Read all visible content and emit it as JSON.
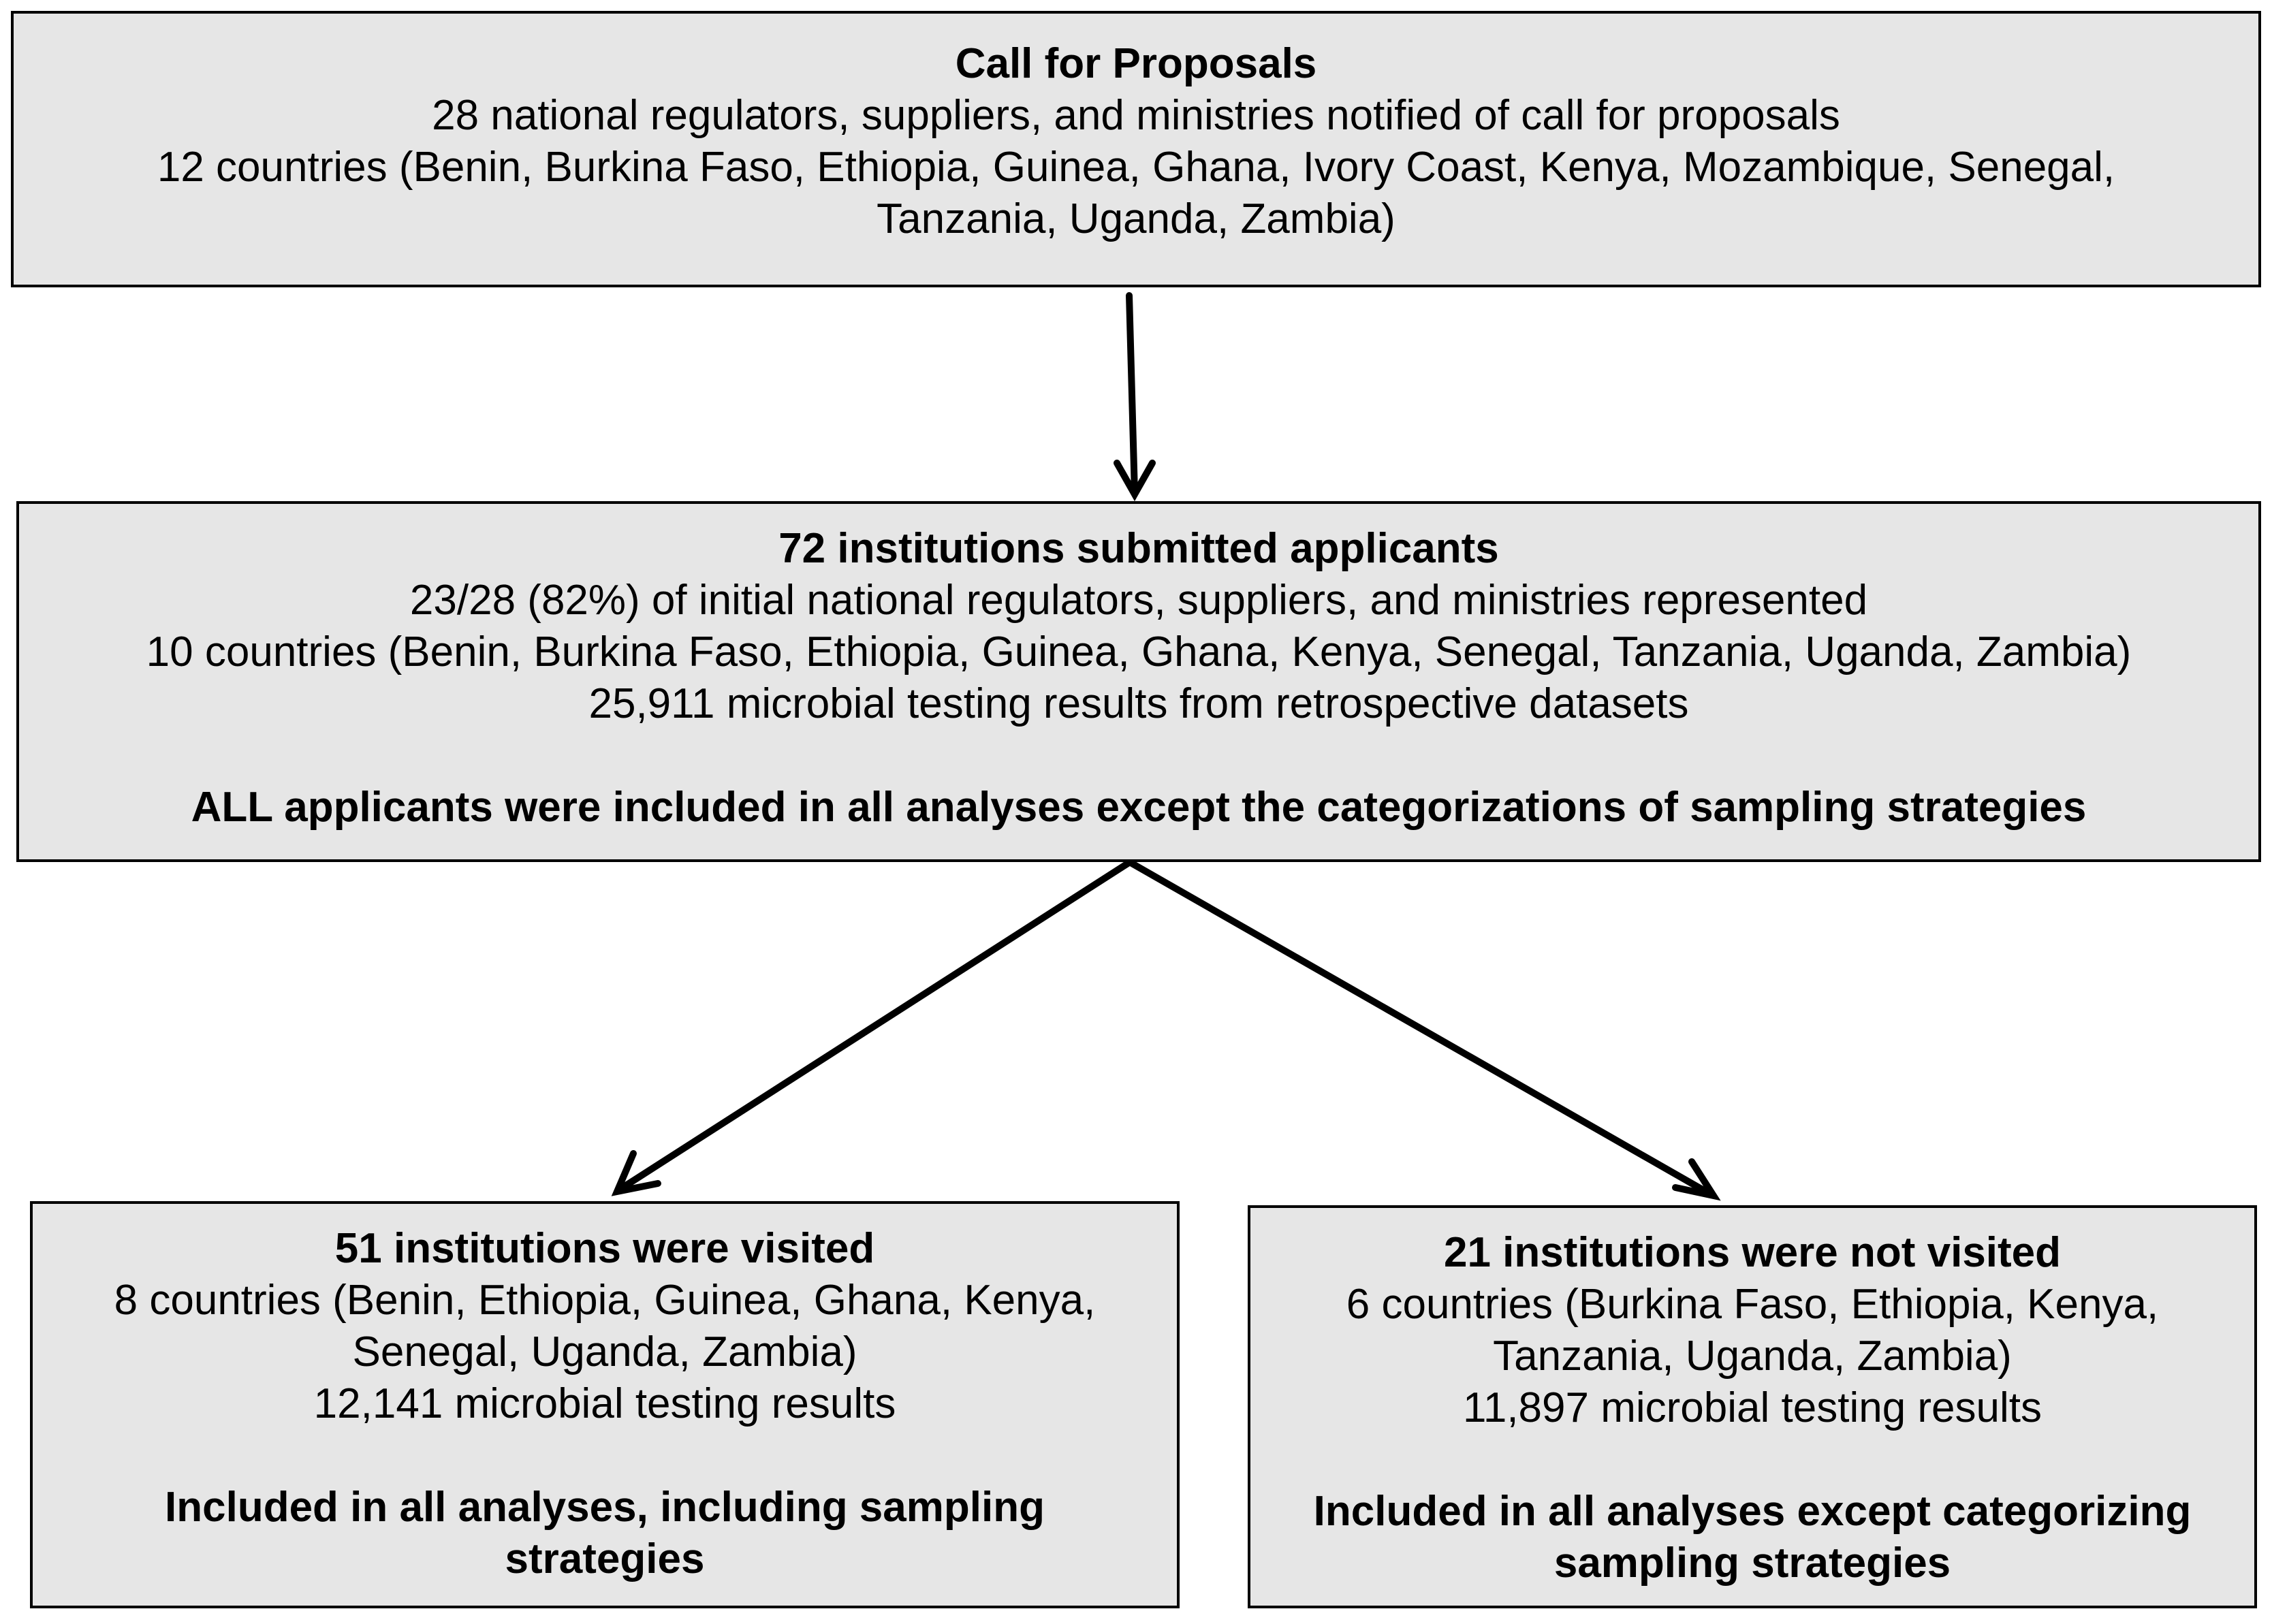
{
  "nodes": {
    "call": {
      "title": "Call for Proposals",
      "line1": "28 national regulators, suppliers, and ministries notified of call for proposals",
      "line2": "12 countries (Benin, Burkina Faso, Ethiopia, Guinea, Ghana, Ivory Coast, Kenya, Mozambique, Senegal,",
      "line3": "Tanzania, Uganda, Zambia)"
    },
    "submitted": {
      "title": "72 institutions submitted applicants",
      "line1": "23/28 (82%) of initial national regulators, suppliers, and ministries represented",
      "line2": "10 countries (Benin, Burkina Faso, Ethiopia, Guinea, Ghana, Kenya, Senegal, Tanzania, Uganda, Zambia)",
      "line3": "25,911 microbial testing results from retrospective datasets",
      "note": "ALL applicants were included in all analyses except the categorizations of sampling strategies"
    },
    "visited": {
      "title": "51 institutions were visited",
      "line1": "8 countries (Benin, Ethiopia, Guinea, Ghana, Kenya,",
      "line2": "Senegal, Uganda, Zambia)",
      "line3": "12,141 microbial testing results",
      "note": "Included in all analyses, including sampling strategies"
    },
    "not_visited": {
      "title": "21 institutions were not visited",
      "line1": "6 countries (Burkina Faso, Ethiopia, Kenya,",
      "line2": "Tanzania, Uganda, Zambia)",
      "line3": "11,897 microbial testing results",
      "note": "Included in all analyses except categorizing sampling strategies"
    }
  },
  "edges": [
    {
      "from": "call",
      "to": "submitted"
    },
    {
      "from": "submitted",
      "to": "visited"
    },
    {
      "from": "submitted",
      "to": "not_visited"
    }
  ]
}
